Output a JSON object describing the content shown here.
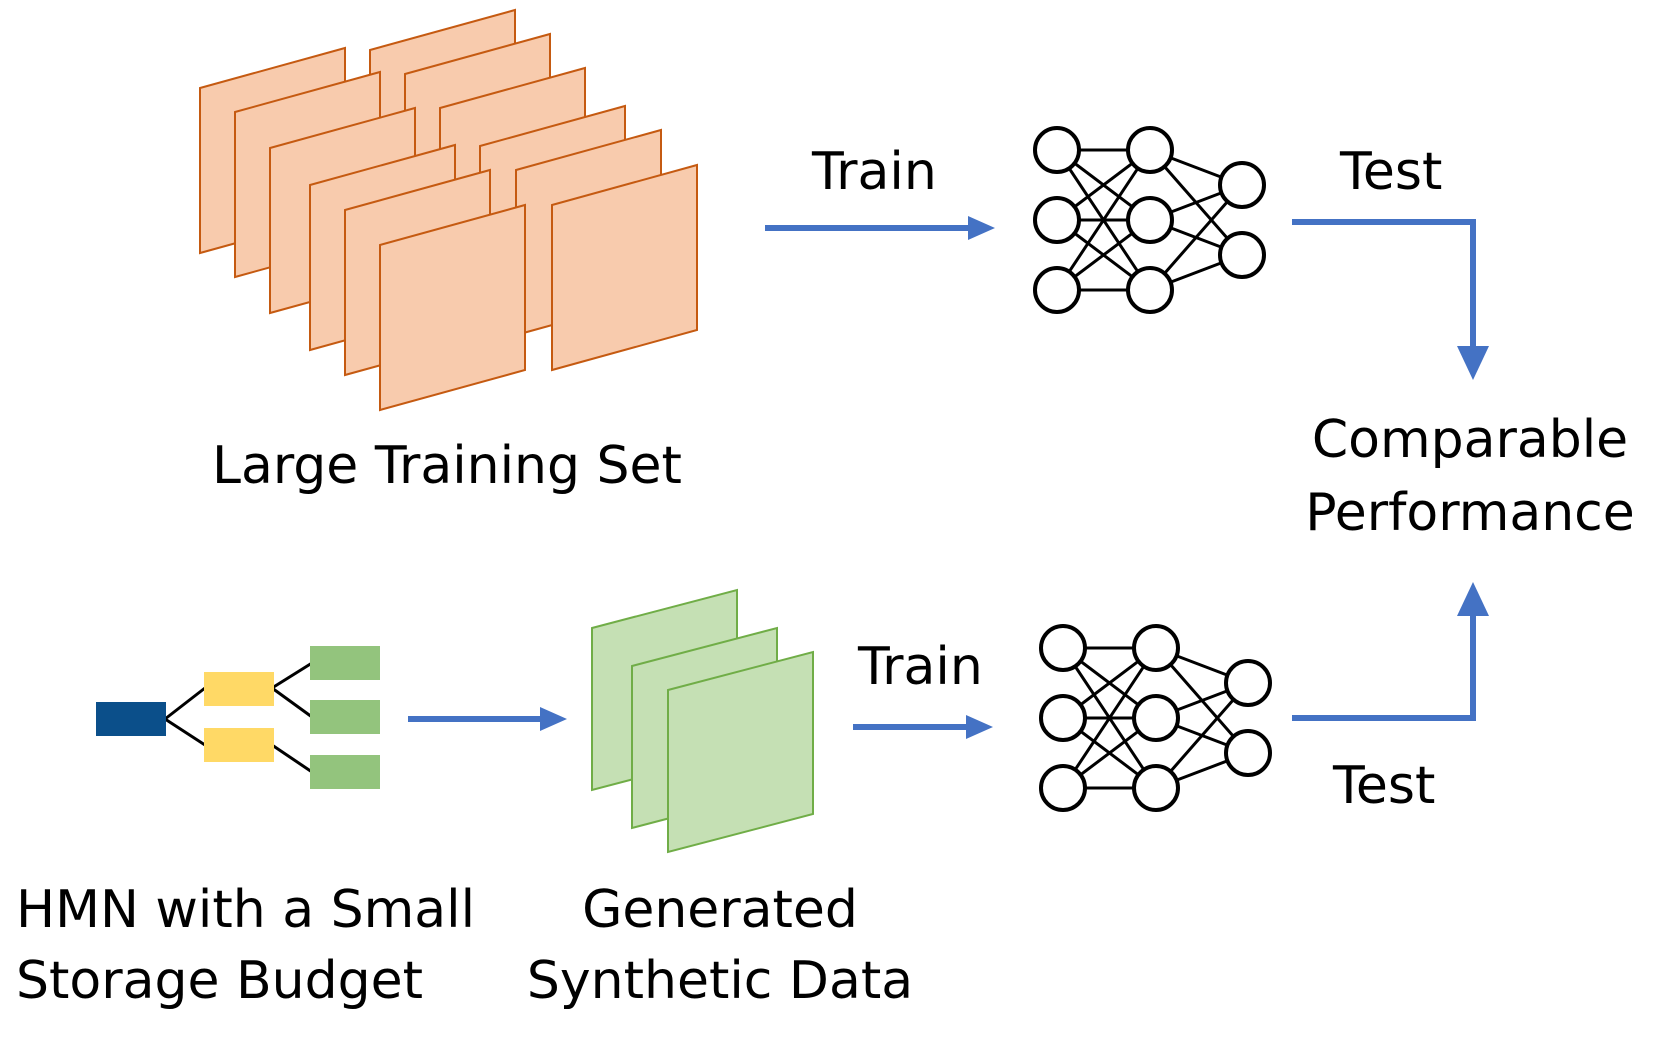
{
  "top_row": {
    "dataset_label": "Large Training Set",
    "train_label": "Train",
    "test_label": "Test"
  },
  "bottom_row": {
    "hmn_label_line1": "HMN with a Small",
    "hmn_label_line2": "Storage Budget",
    "synthetic_label_line1": "Generated",
    "synthetic_label_line2": "Synthetic Data",
    "train_label": "Train",
    "test_label": "Test"
  },
  "result": {
    "line1": "Comparable",
    "line2": "Performance"
  },
  "colors": {
    "arrow": "#4472C4",
    "large_set_fill": "#F8CBAD",
    "large_set_stroke": "#C55A11",
    "synthetic_fill": "#C5E0B4",
    "synthetic_stroke": "#70AD47",
    "hmn_root": "#0B4F8A",
    "hmn_mid": "#FFD966",
    "hmn_leaf": "#93C47D",
    "network_stroke": "#000000"
  }
}
